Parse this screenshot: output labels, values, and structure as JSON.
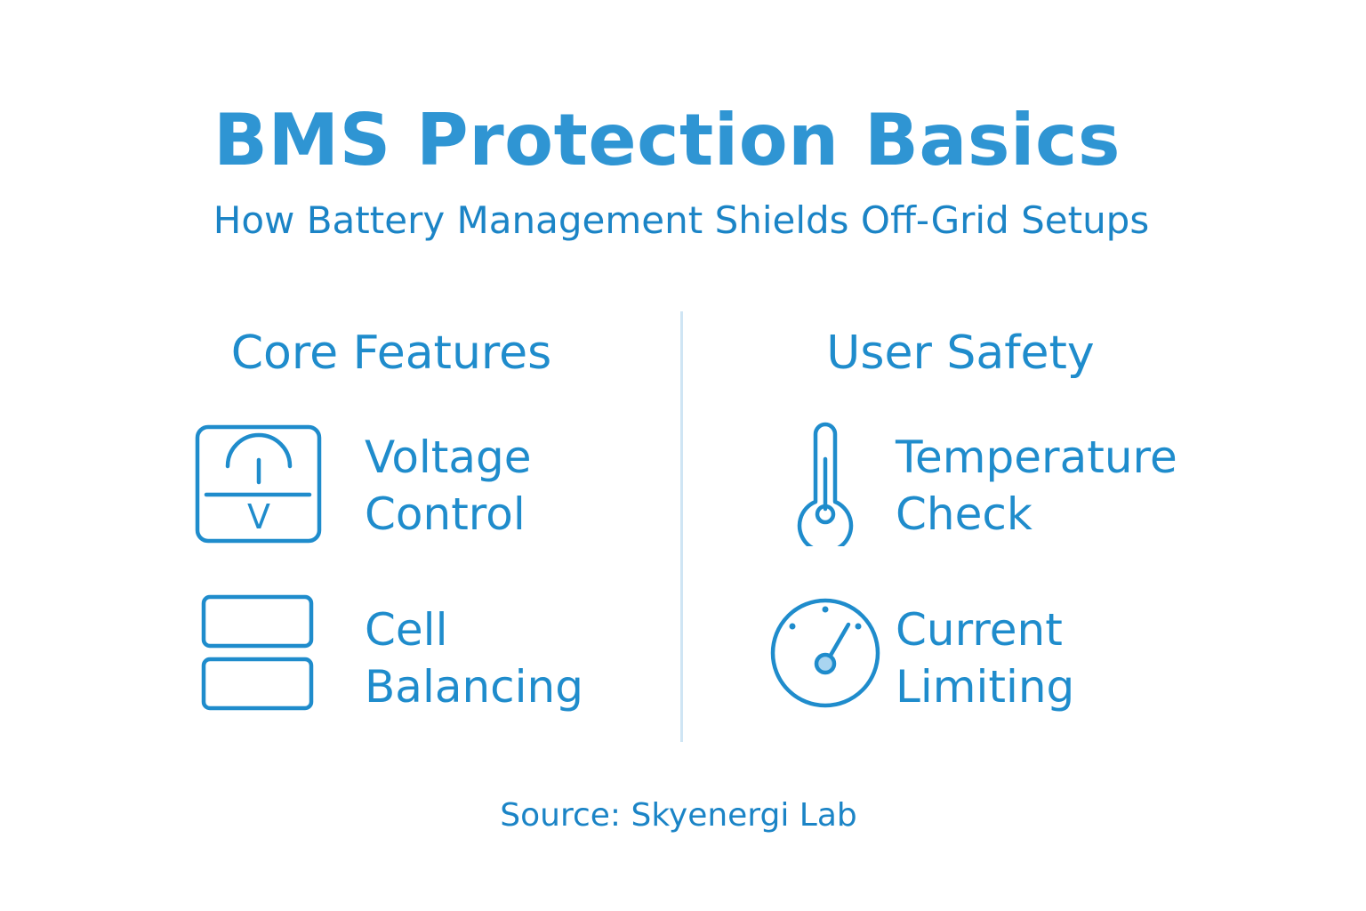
{
  "title": "BMS Protection Basics",
  "subtitle": "How Battery Management Shields Off-Grid Setups",
  "columns": [
    {
      "heading": "Core Features",
      "items": [
        {
          "icon": "voltmeter-icon",
          "label_line1": "Voltage",
          "label_line2": "Control"
        },
        {
          "icon": "battery-cells-icon",
          "label_line1": "Cell",
          "label_line2": "Balancing"
        }
      ]
    },
    {
      "heading": "User Safety",
      "items": [
        {
          "icon": "thermometer-icon",
          "label_line1": "Temperature",
          "label_line2": "Check"
        },
        {
          "icon": "gauge-icon",
          "label_line1": "Current",
          "label_line2": "Limiting"
        }
      ]
    }
  ],
  "voltmeter_glyph": "V",
  "source": "Source: Skyenergi Lab",
  "colors": {
    "accent": "#1f8ccc",
    "title": "#2f95d3",
    "divider": "#cfe5f4",
    "gauge_needle_fill": "#a9d5f0"
  }
}
